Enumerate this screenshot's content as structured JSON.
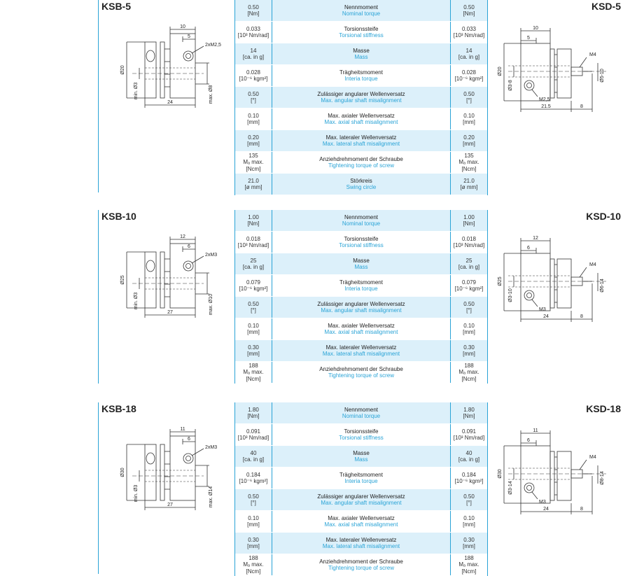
{
  "sections": [
    {
      "left_title": "KSB-5",
      "right_title": "KSD-5",
      "left_dims": {
        "d_outer": "Ø20",
        "bore": "min. Ø3",
        "max_bore": "max. Ø8",
        "len": "24",
        "w10": "10",
        "w5": "5",
        "screw": "2xM2,5"
      },
      "right_dims": {
        "d_outer": "Ø20",
        "bore": "Ø3-8",
        "max_bore": "Ø5-10",
        "w10": "10",
        "w5": "5",
        "len": "21.5",
        "len2": "8",
        "screw_top": "M4",
        "screw_bot": "M2,5"
      },
      "rows": [
        {
          "lv": "0.50",
          "lu": "[Nm]",
          "de": "Nennmoment",
          "en": "Nominal torque",
          "rv": "0.50",
          "ru": "[Nm]"
        },
        {
          "lv": "0.033",
          "lu": "[10³ Nm/rad]",
          "de": "Torsionssteife",
          "en": "Torsional stiffness",
          "rv": "0.033",
          "ru": "[10³ Nm/rad]"
        },
        {
          "lv": "14",
          "lu": "[ca. in g]",
          "de": "Masse",
          "en": "Mass",
          "rv": "14",
          "ru": "[ca. in g]"
        },
        {
          "lv": "0.028",
          "lu": "[10⁻⁶ kgm²]",
          "de": "Trägheitsmoment",
          "en": "Interia torque",
          "rv": "0.028",
          "ru": "[10⁻⁶ kgm²]"
        },
        {
          "lv": "0.50",
          "lu": "[°]",
          "de": "Zulässiger angularer Wellenversatz",
          "en": "Max. angular shaft misalignment",
          "rv": "0.50",
          "ru": "[°]"
        },
        {
          "lv": "0.10",
          "lu": "[mm]",
          "de": "Max. axialer Wellenversatz",
          "en": "Max. axial shaft misalignment",
          "rv": "0.10",
          "ru": "[mm]"
        },
        {
          "lv": "0.20",
          "lu": "[mm]",
          "de": "Max. lateraler Wellenversatz",
          "en": "Max. lateral shaft misalignment",
          "rv": "0.20",
          "ru": "[mm]"
        },
        {
          "lv": "135",
          "lu": "Mₐ max. [Ncm]",
          "de": "Anziehdrehmoment der Schraube",
          "en": "Tightening torque of screw",
          "rv": "135",
          "ru": "Mₐ max. [Ncm]"
        },
        {
          "lv": "21.0",
          "lu": "[ø mm]",
          "de": "Störkreis",
          "en": "Swing circle",
          "rv": "21.0",
          "ru": "[ø mm]"
        }
      ]
    },
    {
      "left_title": "KSB-10",
      "right_title": "KSD-10",
      "left_dims": {
        "d_outer": "Ø25",
        "bore": "min. Ø3",
        "max_bore": "max. Ø10",
        "len": "27",
        "w10": "12",
        "w5": "6",
        "screw": "2xM3"
      },
      "right_dims": {
        "d_outer": "Ø25",
        "bore": "Ø3-10",
        "max_bore": "Ø6-14",
        "w10": "12",
        "w5": "6",
        "len": "24",
        "len2": "8",
        "screw_top": "M4",
        "screw_bot": "M3"
      },
      "rows": [
        {
          "lv": "1.00",
          "lu": "[Nm]",
          "de": "Nennmoment",
          "en": "Nominal torque",
          "rv": "1.00",
          "ru": "[Nm]"
        },
        {
          "lv": "0.018",
          "lu": "[10³ Nm/rad]",
          "de": "Torsionssteife",
          "en": "Torsional stiffness",
          "rv": "0.018",
          "ru": "[10³ Nm/rad]"
        },
        {
          "lv": "25",
          "lu": "[ca. in g]",
          "de": "Masse",
          "en": "Mass",
          "rv": "25",
          "ru": "[ca. in g]"
        },
        {
          "lv": "0.079",
          "lu": "[10⁻⁶ kgm²]",
          "de": "Trägheitsmoment",
          "en": "Interia torque",
          "rv": "0.079",
          "ru": "[10⁻⁶ kgm²]"
        },
        {
          "lv": "0.50",
          "lu": "[°]",
          "de": "Zulässiger angularer Wellenversatz",
          "en": "Max. angular shaft misalignment",
          "rv": "0.50",
          "ru": "[°]"
        },
        {
          "lv": "0.10",
          "lu": "[mm]",
          "de": "Max. axialer Wellenversatz",
          "en": "Max. axial shaft misalignment",
          "rv": "0.10",
          "ru": "[mm]"
        },
        {
          "lv": "0.30",
          "lu": "[mm]",
          "de": "Max. lateraler Wellenversatz",
          "en": "Max. lateral shaft misalignment",
          "rv": "0.30",
          "ru": "[mm]"
        },
        {
          "lv": "188",
          "lu": "Mₐ max. [Ncm]",
          "de": "Anziehdrehmoment der Schraube",
          "en": "Tightening torque of screw",
          "rv": "188",
          "ru": "Mₐ max. [Ncm]"
        }
      ]
    },
    {
      "left_title": "KSB-18",
      "right_title": "KSD-18",
      "left_dims": {
        "d_outer": "Ø30",
        "bore": "min. Ø3",
        "max_bore": "max. Ø14",
        "len": "27",
        "w10": "11",
        "w5": "6",
        "screw": "2xM3"
      },
      "right_dims": {
        "d_outer": "Ø30",
        "bore": "Ø3-14",
        "max_bore": "Ø8-14",
        "w10": "11",
        "w5": "6",
        "len": "24",
        "len2": "8",
        "screw_top": "M4",
        "screw_bot": "M3"
      },
      "rows": [
        {
          "lv": "1.80",
          "lu": "[Nm]",
          "de": "Nennmoment",
          "en": "Nominal torque",
          "rv": "1.80",
          "ru": "[Nm]"
        },
        {
          "lv": "0.091",
          "lu": "[10³ Nm/rad]",
          "de": "Torsionssteife",
          "en": "Torsional stiffness",
          "rv": "0.091",
          "ru": "[10³ Nm/rad]"
        },
        {
          "lv": "40",
          "lu": "[ca. in g]",
          "de": "Masse",
          "en": "Mass",
          "rv": "40",
          "ru": "[ca. in g]"
        },
        {
          "lv": "0.184",
          "lu": "[10⁻⁶ kgm²]",
          "de": "Trägheitsmoment",
          "en": "Interia torque",
          "rv": "0.184",
          "ru": "[10⁻⁶ kgm²]"
        },
        {
          "lv": "0.50",
          "lu": "[°]",
          "de": "Zulässiger angularer Wellenversatz",
          "en": "Max. angular shaft misalignment",
          "rv": "0.50",
          "ru": "[°]"
        },
        {
          "lv": "0.10",
          "lu": "[mm]",
          "de": "Max. axialer Wellenversatz",
          "en": "Max. axial shaft misalignment",
          "rv": "0.10",
          "ru": "[mm]"
        },
        {
          "lv": "0.30",
          "lu": "[mm]",
          "de": "Max. lateraler Wellenversatz",
          "en": "Max. lateral shaft misalignment",
          "rv": "0.30",
          "ru": "[mm]"
        },
        {
          "lv": "188",
          "lu": "Mₐ max. [Ncm]",
          "de": "Anziehdrehmoment der Schraube",
          "en": "Tightening torque of screw",
          "rv": "188",
          "ru": "Mₐ max. [Ncm]"
        }
      ]
    }
  ]
}
